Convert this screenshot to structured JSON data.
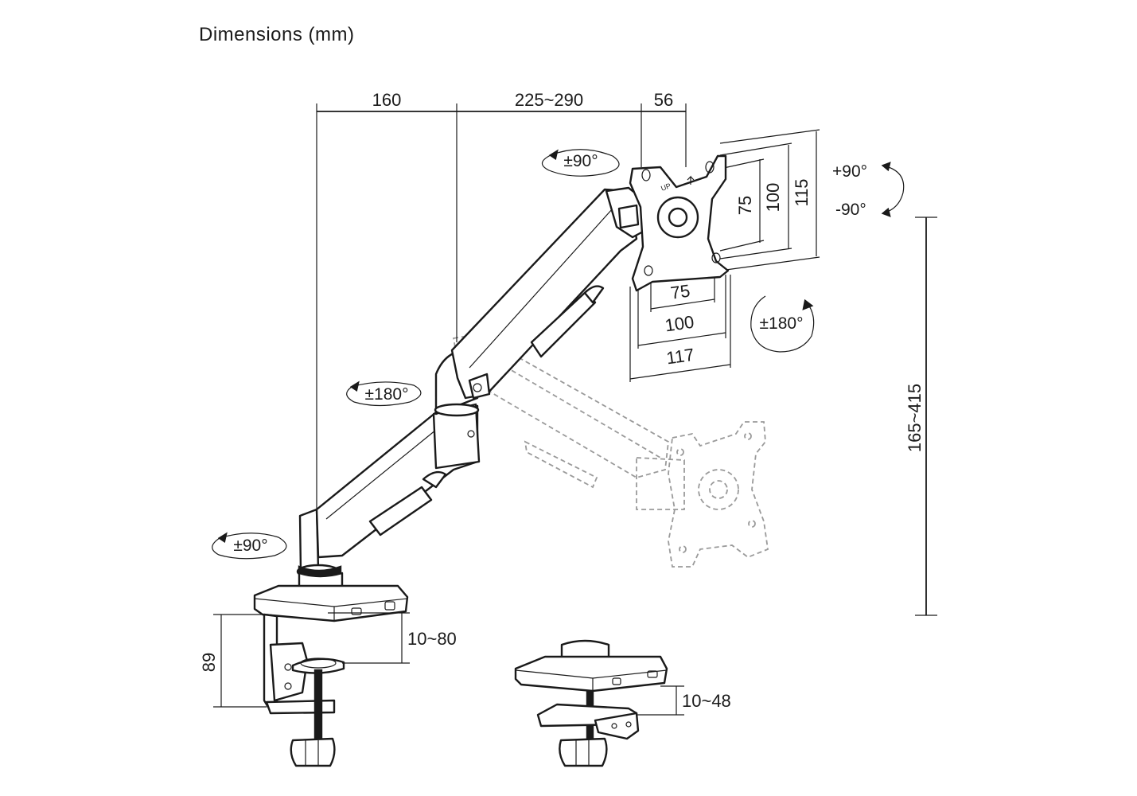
{
  "title": "Dimensions (mm)",
  "dimensions": {
    "arm_reach_1": "160",
    "arm_reach_2": "225~290",
    "plate_offset": "56",
    "vesa_h_75": "75",
    "vesa_h_100": "100",
    "plate_width": "117",
    "vesa_v_75": "75",
    "vesa_v_100": "100",
    "plate_height": "115",
    "height_range": "165~415",
    "clamp_height": "89",
    "clamp_desk_thickness": "10~80",
    "grommet_desk_thickness": "10~48"
  },
  "rotations": {
    "head_swivel": "±90°",
    "tilt_up": "+90°",
    "tilt_down": "-90°",
    "plate_rotation": "±180°",
    "elbow_swivel": "±180°",
    "base_swivel": "±90°"
  },
  "icons": {
    "rotation_arrow": "rotation-arrow-icon"
  },
  "colors": {
    "line": "#1a1a1a",
    "ghost": "#9a9a9a",
    "background": "#ffffff"
  }
}
